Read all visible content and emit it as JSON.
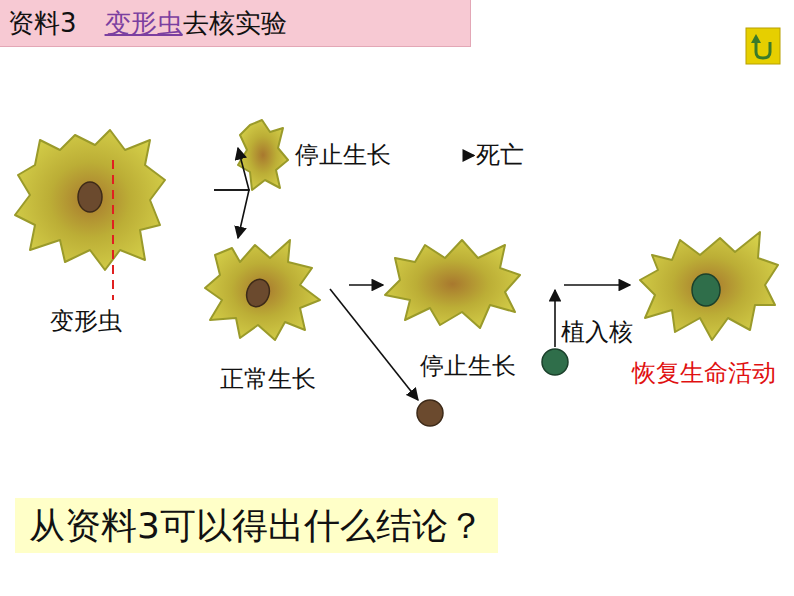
{
  "diagram": {
    "title": "资料3",
    "caption": "从资料3可以得出什么结论？",
    "nodes": [
      {
        "text": [
          "变形虫"
        ]
      },
      {
        "text": [
          "停止生长"
        ]
      },
      {
        "text": [
          "死亡"
        ]
      },
      {
        "text": [
          "正常生长"
        ]
      },
      {
        "text": [
          "停止生长"
        ]
      },
      {
        "text": [
          "恢复生命活动"
        ]
      }
    ],
    "edges": [
      {
        "from": 0,
        "to": 1,
        "arrow": "to"
      },
      {
        "from": 0,
        "to": 3,
        "arrow": "to"
      },
      {
        "from": 1,
        "to": 2,
        "arrow": "to"
      },
      {
        "from": 3,
        "to": 4,
        "arrow": "to"
      },
      {
        "from": 4,
        "to": 5,
        "arrow": "to"
      }
    ],
    "labels": [
      "变形虫",
      "去核实验",
      "植入核"
    ]
  }
}
